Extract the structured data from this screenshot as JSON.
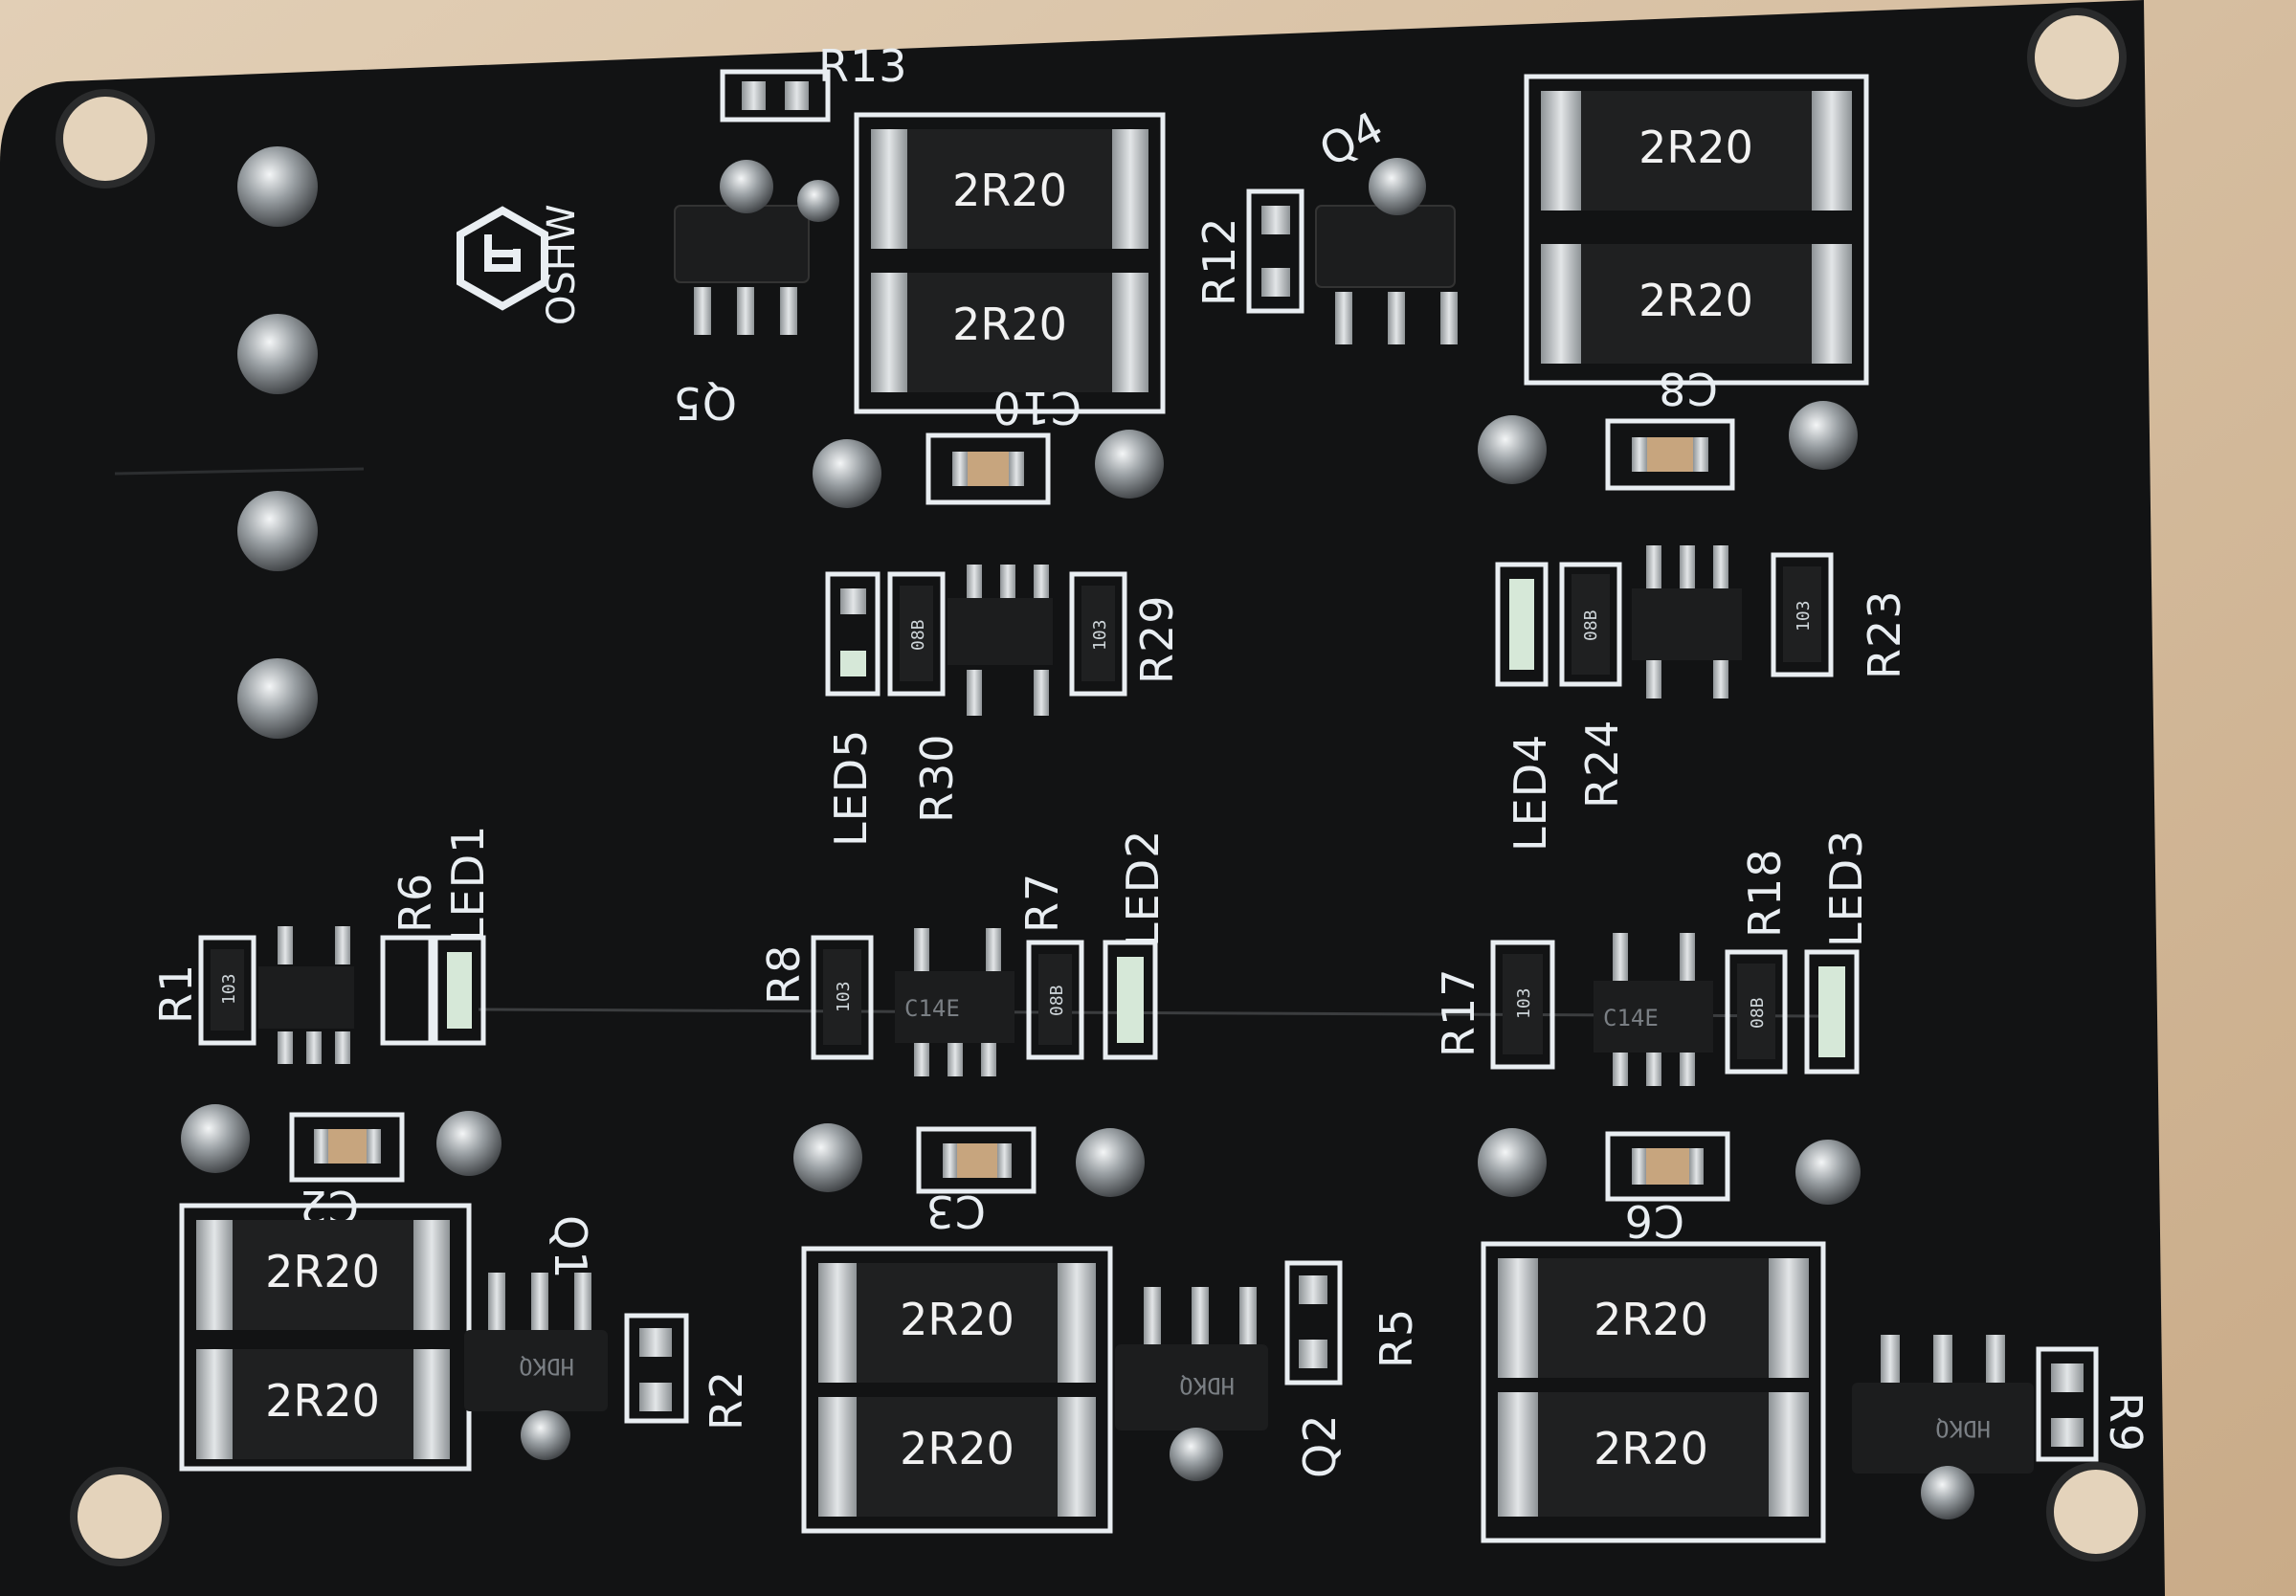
{
  "colors": {
    "background": "#d9c3a6",
    "board": "#121314",
    "silkscreen": "#e9eef2",
    "pad": "#c9cdd0",
    "resistor_body": "#1f2021"
  },
  "logo": {
    "text": "OSHW",
    "icon": "oshw-hex-logo-icon"
  },
  "top_left_group": {
    "designators": [
      "R13",
      "Q5",
      "C10"
    ],
    "resistors": [
      "2R20",
      "2R20"
    ]
  },
  "top_right_group": {
    "designators": [
      "Q4",
      "R12",
      "C8"
    ],
    "resistors": [
      "2R20",
      "2R20"
    ]
  },
  "middle_left_group": {
    "designators": [
      "LED5",
      "R30",
      "R29"
    ],
    "codes": [
      "08B",
      "103"
    ]
  },
  "middle_right_group": {
    "designators": [
      "LED4",
      "R24",
      "R23"
    ],
    "codes": [
      "08B",
      "103"
    ]
  },
  "left_row_group": {
    "designators": [
      "R1",
      "R6",
      "LED1"
    ],
    "codes": [
      "103"
    ]
  },
  "center_row_group": {
    "designators": [
      "R8",
      "R7",
      "LED2"
    ],
    "codes": [
      "103",
      "08B"
    ],
    "ic": "C14E"
  },
  "right_row_group": {
    "designators": [
      "R17",
      "R18",
      "LED3"
    ],
    "codes": [
      "103",
      "08B"
    ],
    "ic": "C14E"
  },
  "bottom_left_group": {
    "designators": [
      "C2",
      "Q1",
      "R2"
    ],
    "resistors": [
      "2R20",
      "2R20"
    ],
    "ic": "HDKQ"
  },
  "bottom_center_group": {
    "designators": [
      "C3",
      "Q2",
      "R5"
    ],
    "resistors": [
      "2R20",
      "2R20"
    ],
    "ic": "HDKQ"
  },
  "bottom_right_group": {
    "designators": [
      "C6",
      "R9"
    ],
    "resistors": [
      "2R20",
      "2R20"
    ],
    "ic": "HDKQ"
  }
}
